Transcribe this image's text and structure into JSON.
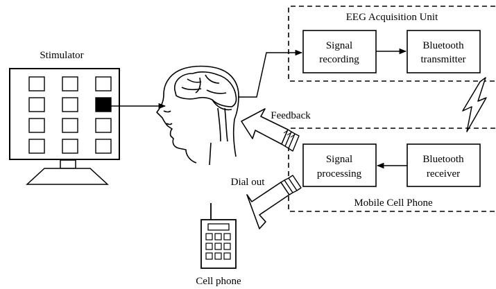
{
  "labels": {
    "stimulator": "Stimulator",
    "eeg_unit": "EEG Acquisition Unit",
    "signal_recording_1": "Signal",
    "signal_recording_2": "recording",
    "bt_transmitter_1": "Bluetooth",
    "bt_transmitter_2": "transmitter",
    "feedback": "Feedback",
    "signal_processing_1": "Signal",
    "signal_processing_2": "processing",
    "bt_receiver_1": "Bluetooth",
    "bt_receiver_2": "receiver",
    "dial_out": "Dial out",
    "mobile_cell_phone": "Mobile Cell Phone",
    "cell_phone": "Cell phone"
  },
  "icons": {
    "stimulator": "monitor-grid-icon",
    "head": "human-head-brain-icon",
    "wireless": "lightning-bolt-icon",
    "phone": "cell-phone-icon"
  },
  "stimulator_grid": {
    "rows": 4,
    "cols": 3,
    "highlighted": {
      "row": 1,
      "col": 2
    }
  }
}
